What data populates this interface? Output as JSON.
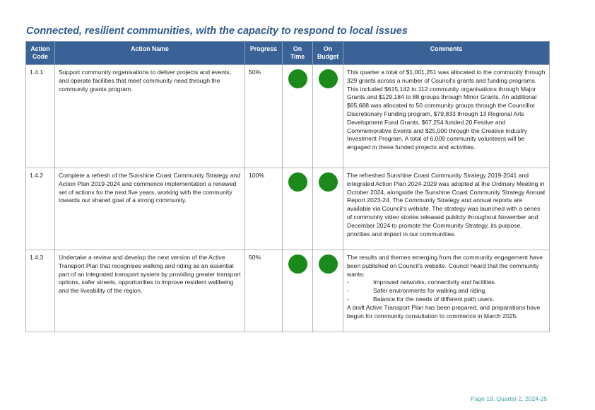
{
  "section_title": "Connected, resilient communities, with the capacity to respond to local issues",
  "table": {
    "headers": {
      "code": [
        "Action",
        "Code"
      ],
      "name": "Action Name",
      "progress": "Progress",
      "on_time": [
        "On",
        "Time"
      ],
      "on_budget": [
        "On",
        "Budget"
      ],
      "comments": "Comments"
    },
    "status_color": "#1a8a1a",
    "header_color": "#3a6296",
    "rows": [
      {
        "code": "1.4.1",
        "name": "Support community organisations to deliver projects and events, and operate facilities that meet community need through the community grants program.",
        "progress": "50%",
        "on_time": "on-track",
        "on_budget": "on-track",
        "comments": "This quarter a total of $1,001,251 was allocated to the community through 329 grants across a number of Council's grants and funding programs. This included $615,142 to 112 community organisations through Major Grants and $129,184 to 88 groups through Minor Grants. An additional $65,688 was allocated to 50 community groups through the Councillor Discretionary Funding program, $79,833 through 13 Regional Arts Development Fund Grants, $67,254 funded 20 Festive and Commemorative Events and $25,000 through the Creative Industry Investment Program. A total of 6,009 community volunteers will be engaged in these funded projects and activities."
      },
      {
        "code": "1.4.2",
        "name": "Complete a refresh of the Sunshine Coast Community Strategy and Action Plan 2019-2024 and commence implementation a renewed set of actions for the next five years, working with the community towards our shared goal of a strong community.",
        "progress": "100%",
        "on_time": "on-track",
        "on_budget": "on-track",
        "comments": "The refreshed Sunshine Coast Community Strategy 2019-2041 and integrated Action Plan 2024-2029 was adopted at the Ordinary Meeting in October 2024, alongside the Sunshine Coast Community Strategy Annual Report 2023-24. The Community Strategy and annual reports are available via Council's website. The strategy was launched with a series of community video stories released publicly throughout November and December 2024 to promote the Community Strategy, its purpose, priorities and impact in our communities."
      },
      {
        "code": "1.4.3",
        "name": "Undertake a review and develop the next version of the Active Transport Plan that recognises walking and riding as an essential part of an integrated transport system by providing greater transport options, safer streets, opportunities to improve resident wellbeing and the liveability of the region.",
        "progress": "50%",
        "on_time": "on-track",
        "on_budget": "on-track",
        "comments_intro": "The results and themes emerging from the community engagement have been published on Council's website. Council heard that the community wants:",
        "bullet_marker": "-",
        "comments_bullets": [
          "Improved networks, connectivity and facilities.",
          "Safer environments for walking and riding.",
          "Balance for the needs of different path users."
        ],
        "comments_outro": "A draft Active Transport Plan has been prepared, and preparations have begun for community consultation to commence in March 2025."
      }
    ]
  },
  "footer": "Page 19. Quarter 2, 2024-25"
}
